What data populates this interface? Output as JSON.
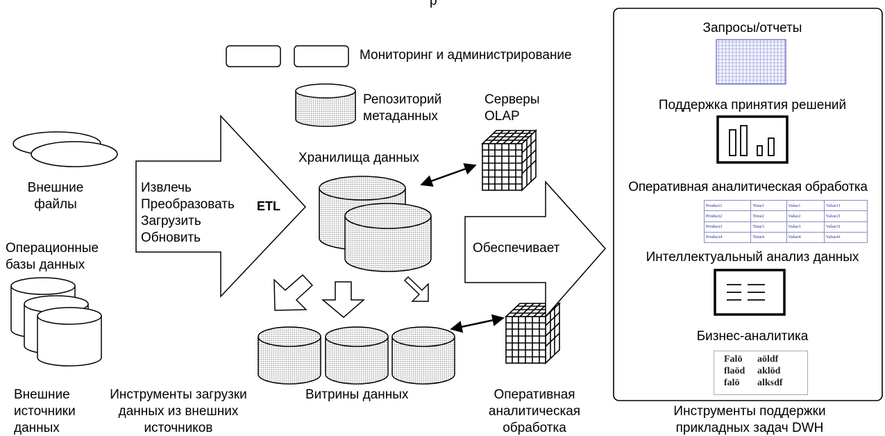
{
  "title_partial": "р",
  "monitoring_label": "Мониторинг и администрирование",
  "repository_label": [
    "Репозиторий",
    "метаданных"
  ],
  "olap_servers_label": [
    "Серверы",
    "OLAP"
  ],
  "dwh_label": "Хранилища данных",
  "etl_label": "ETL",
  "etl_steps": [
    "Извлечь",
    "Преобразовать",
    "Загрузить",
    "Обновить"
  ],
  "external_files_label": [
    "Внешние",
    "файлы"
  ],
  "operational_db_label": [
    "Операционные",
    "базы данных"
  ],
  "provides_label": "Обеспечивает",
  "bottom_labels": {
    "external_sources": [
      "Внешние",
      "источники",
      "данных"
    ],
    "load_tools": [
      "Инструменты загрузки",
      "данных из внешних",
      "источников"
    ],
    "datamarts": "Витрины данных",
    "olap": [
      "Оперативная",
      "аналитическая",
      "обработка"
    ],
    "dwh_tools": [
      "Инструменты поддержки",
      "прикладных задач DWH"
    ]
  },
  "panel": {
    "queries": "Запросы/отчеты",
    "decision": "Поддержка принятия решений",
    "olap": "Оперативная аналитическая обработка",
    "datamining": "Интеллектуальный анализ данных",
    "bi": "Бизнес-аналитика"
  },
  "olap_table": [
    [
      "Product1",
      "Time1",
      "Value1",
      "Value11"
    ],
    [
      "Product2",
      "Time2",
      "Value2",
      "Value21"
    ],
    [
      "Product3",
      "Time3",
      "Value3",
      "Value31"
    ],
    [
      "Product4",
      "Time4",
      "Value4",
      "Value41"
    ]
  ],
  "bi_text": [
    [
      "Falō",
      "aöldf"
    ],
    [
      "flaöd",
      "aklöd"
    ],
    [
      "falö",
      "alksdf"
    ]
  ],
  "colors": {
    "stroke": "#000000",
    "stipple": "#d4d4d4",
    "grid": "#4a4aa8"
  }
}
